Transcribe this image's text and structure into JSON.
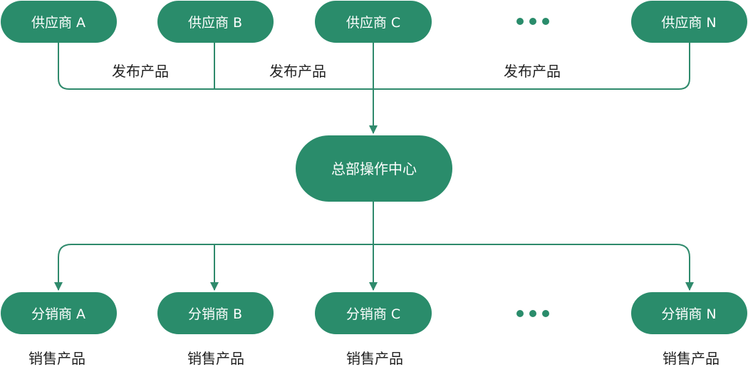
{
  "colors": {
    "node_fill": "#2a8c6b",
    "line": "#2f8a6c",
    "label_text": "#222222",
    "node_text": "#ffffff"
  },
  "suppliers": [
    {
      "label": "供应商 A"
    },
    {
      "label": "供应商 B"
    },
    {
      "label": "供应商 C"
    },
    {
      "label": "供应商 N"
    }
  ],
  "publish_labels": [
    "发布产品",
    "发布产品",
    "发布产品"
  ],
  "hub": {
    "label": "总部操作中心"
  },
  "distributors": [
    {
      "label": "分销商 A",
      "caption": "销售产品"
    },
    {
      "label": "分销商 B",
      "caption": "销售产品"
    },
    {
      "label": "分销商 C",
      "caption": "销售产品"
    },
    {
      "label": "分销商 N",
      "caption": "销售产品"
    }
  ],
  "ellipsis_icons": [
    "more-dots-icon",
    "more-dots-icon"
  ]
}
